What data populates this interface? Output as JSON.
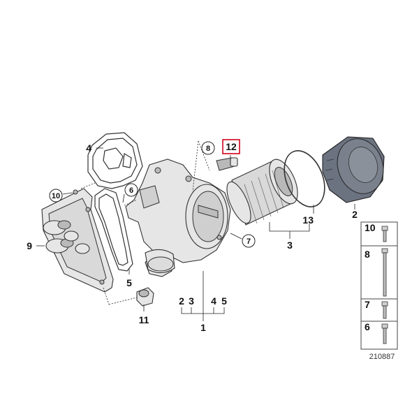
{
  "callouts": {
    "p1": "1",
    "p2": "2",
    "p3": "3",
    "p4": "4",
    "p5": "5",
    "p6": "6",
    "p7": "7",
    "p8": "8",
    "p9": "9",
    "p10": "10",
    "p11": "11",
    "p12": "12",
    "p13": "13",
    "sub2": "2",
    "sub3": "3",
    "sub4": "4",
    "sub5": "5"
  },
  "legend": {
    "items": [
      {
        "label": "10"
      },
      {
        "label": "8"
      },
      {
        "label": "7"
      },
      {
        "label": "6"
      }
    ]
  },
  "diagram_ref": "210887",
  "highlight_color": "#d0021b"
}
